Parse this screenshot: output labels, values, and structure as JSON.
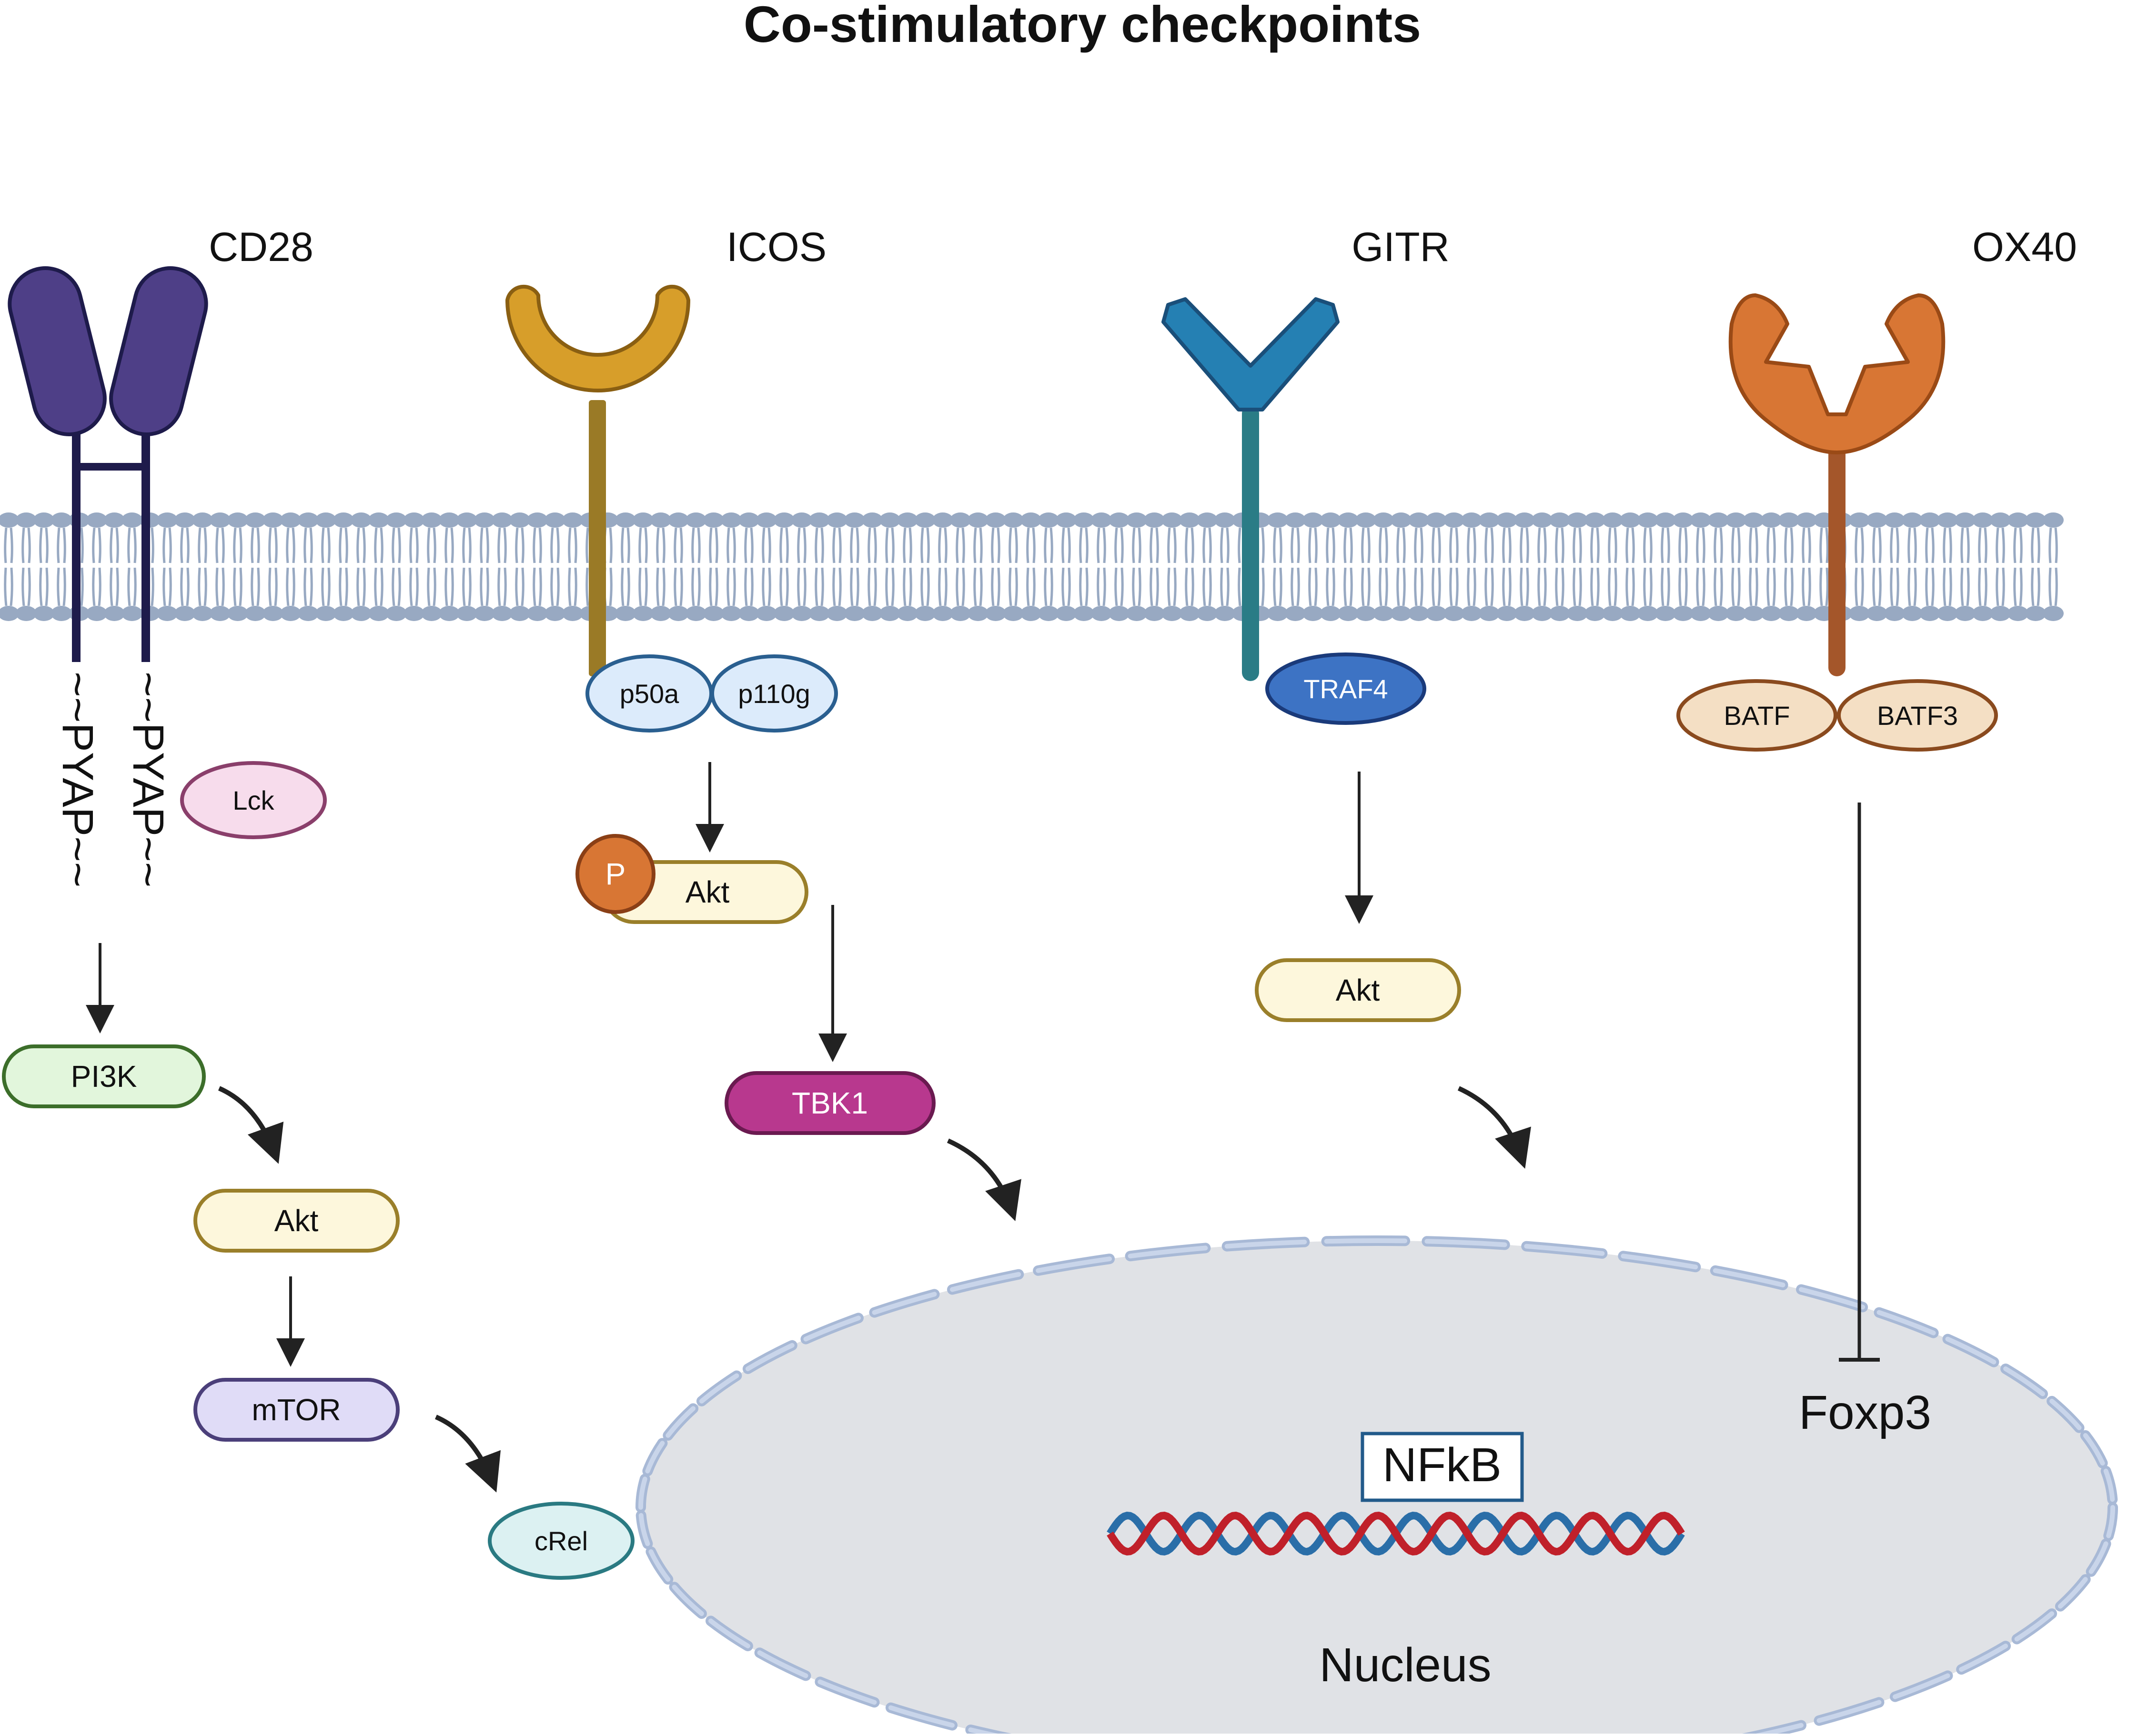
{
  "title": "Co-stimulatory checkpoints",
  "receptors": {
    "cd28": "CD28",
    "icos": "ICOS",
    "gitr": "GITR",
    "ox40": "OX40"
  },
  "motifs": {
    "left": "~~PYAP~~",
    "right": "~~PYAP~~"
  },
  "nodes": {
    "lck": "Lck",
    "pi3k": "PI3K",
    "akt_cd28": "Akt",
    "mtor": "mTOR",
    "crel": "cRel",
    "p50a": "p50a",
    "p110g": "p110g",
    "p_badge": "P",
    "akt_icos": "Akt",
    "tbk1": "TBK1",
    "traf4": "TRAF4",
    "akt_gitr": "Akt",
    "batf": "BATF",
    "batf3": "BATF3"
  },
  "nucleus": {
    "label": "Nucleus",
    "nfkb": "NFkB",
    "foxp3": "Foxp3"
  },
  "colors": {
    "cd28": "#4e3f87",
    "icos_head": "#d79e2a",
    "icos_stalk": "#9a7a26",
    "gitr": "#2580b3",
    "gitr_stalk": "#2a7c86",
    "ox40": "#d87634",
    "ox40_stalk": "#a4562a",
    "membrane": "#98a9c2",
    "nucleus_fill": "#e0e2e6",
    "nucleus_border": "#a8b9d6",
    "dna_red": "#c0202a",
    "dna_blue": "#2a6ea8"
  }
}
